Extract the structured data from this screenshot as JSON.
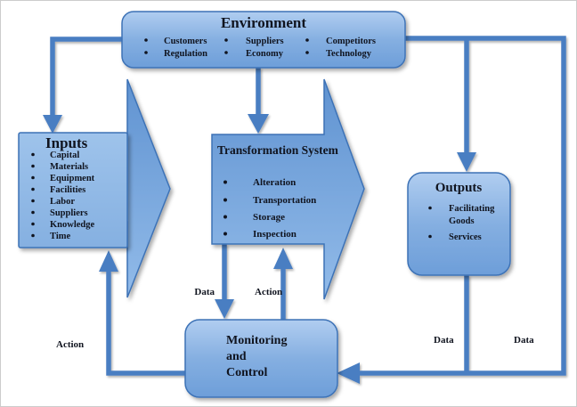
{
  "diagram": {
    "environment": {
      "title": "Environment",
      "row1": [
        "Customers",
        "Suppliers",
        "Competitors"
      ],
      "row2": [
        "Regulation",
        "Economy",
        "Technology"
      ]
    },
    "inputs": {
      "title": "Inputs",
      "items": [
        "Capital",
        "Materials",
        "Equipment",
        "Facilities",
        "Labor",
        "Suppliers",
        "Knowledge",
        "Time"
      ]
    },
    "transformation": {
      "title": "Transformation System",
      "items": [
        "Alteration",
        "Transportation",
        "Storage",
        "Inspection"
      ]
    },
    "outputs": {
      "title": "Outputs",
      "items": [
        {
          "lines": [
            "Facilitating",
            "Goods"
          ]
        },
        {
          "lines": [
            "Services"
          ]
        }
      ]
    },
    "monitoring": {
      "lines": [
        "Monitoring",
        "and",
        "Control"
      ]
    },
    "flow_labels": {
      "data_center": "Data",
      "action_center": "Action",
      "action_left": "Action",
      "data_outputs": "Data",
      "data_right": "Data"
    },
    "colors": {
      "box_fill_top": "#b0cdf0",
      "box_fill_bottom": "#6d9ed9",
      "arrow_fill_top": "#6093d1",
      "arrow_fill_bottom": "#92bbe9",
      "shape_border": "#3c72b6",
      "connector": "#4a7ec2",
      "text": "#10141f"
    }
  }
}
